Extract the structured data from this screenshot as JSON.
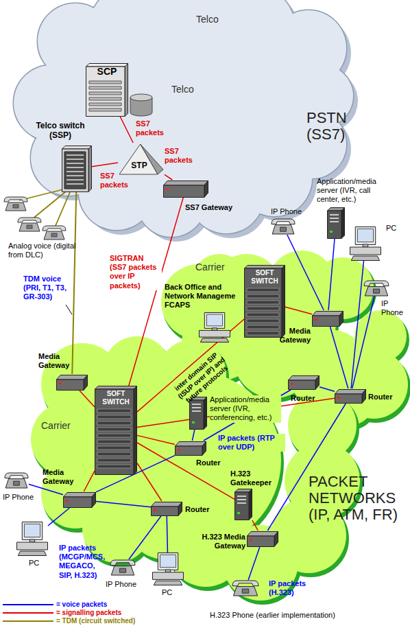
{
  "diagram": {
    "nodes": [
      {
        "text": [
          "Telco",
          "Telco",
          "PSTN (SS7)"
        ]
      },
      {
        "text": [
          "SCP"
        ],
        "in": 0
      },
      {
        "text": [
          "Telco switch (SSP)"
        ],
        "in": 0
      },
      {
        "text": [
          "STP"
        ],
        "in": 0
      },
      {
        "text": [
          "SS7 Gateway"
        ],
        "in": 0
      },
      {
        "text": [
          "Application/media server (IVR, call center, etc.)"
        ]
      },
      {
        "text": [
          "IP Phone"
        ]
      },
      {
        "text": [
          "PC"
        ]
      },
      {
        "text": [
          "IP Phone"
        ]
      },
      {
        "text": [
          "Carrier"
        ]
      },
      {
        "text": [
          "SOFT SWITCH"
        ],
        "in": 9
      },
      {
        "text": [
          "Back Office and Network Manageme FCAPS"
        ],
        "in": 9
      },
      {
        "text": [
          "Media Gateway"
        ],
        "in": 9
      },
      {
        "text": [
          "Router"
        ],
        "in": 9
      },
      {
        "text": [
          "Carrier"
        ]
      },
      {
        "text": [
          "Media Gateway"
        ],
        "in": 14
      },
      {
        "text": [
          "SOFT SWITCH"
        ],
        "in": 14
      },
      {
        "text": [
          "Application/media server (IVR, conferencing, etc.)"
        ],
        "in": 14
      },
      {
        "text": [
          "Router"
        ],
        "in": 14
      },
      {
        "text": [
          "Router"
        ],
        "in": 14
      },
      {
        "text": [
          "H.323 Gatekeeper"
        ],
        "in": 14
      },
      {
        "text": [
          "Media Gateway"
        ],
        "in": 14
      },
      {
        "text": [
          "Router"
        ],
        "in": 14
      },
      {
        "text": [
          "H.323 Media Gateway"
        ],
        "in": 14
      },
      {
        "text": [
          "IP Phone"
        ]
      },
      {
        "text": [
          "PC"
        ]
      },
      {
        "text": [
          "IP Phone"
        ]
      },
      {
        "text": [
          "PC"
        ]
      },
      {
        "text": [
          "H.323 Phone (earlier implementation)"
        ]
      }
    ],
    "edges": [
      {
        "from": 1,
        "to": 3,
        "arrow": "none"
      },
      {
        "from": 3,
        "to": 2,
        "arrow": "none"
      },
      {
        "from": 3,
        "to": 4,
        "arrow": "none"
      },
      {
        "from": 4,
        "to": 16,
        "arrow": "none"
      },
      {
        "from": 16,
        "to": 10,
        "label": "inter domain SIP (ISUP over IP) and future protocols",
        "arrow": "none"
      },
      {
        "from": 10,
        "to": 12,
        "arrow": "none"
      },
      {
        "from": 16,
        "to": 15,
        "arrow": "none"
      },
      {
        "from": 16,
        "to": 21,
        "arrow": "none"
      },
      {
        "from": 16,
        "to": 19,
        "arrow": "none"
      },
      {
        "from": 16,
        "to": 22,
        "arrow": "none"
      },
      {
        "from": 16,
        "to": 20,
        "arrow": "none"
      },
      {
        "from": 16,
        "to": 13,
        "arrow": "none"
      },
      {
        "from": 20,
        "to": 23,
        "arrow": "none"
      },
      {
        "from": 2,
        "to": 15,
        "arrow": "none"
      },
      {
        "from": 21,
        "to": 24,
        "arrow": "none"
      },
      {
        "from": 21,
        "to": 25,
        "arrow": "none"
      },
      {
        "from": 21,
        "to": 19,
        "arrow": "none"
      },
      {
        "from": 21,
        "to": 22,
        "arrow": "none"
      },
      {
        "from": 22,
        "to": 26,
        "arrow": "none"
      },
      {
        "from": 22,
        "to": 27,
        "arrow": "none"
      },
      {
        "from": 19,
        "to": 17,
        "arrow": "none"
      },
      {
        "from": 19,
        "to": 18,
        "arrow": "none"
      },
      {
        "from": 18,
        "to": 13,
        "arrow": "none"
      },
      {
        "from": 13,
        "to": 23,
        "arrow": "none"
      },
      {
        "from": 23,
        "to": 28,
        "arrow": "none"
      },
      {
        "from": 13,
        "to": 12,
        "arrow": "none"
      },
      {
        "from": 13,
        "to": 8,
        "arrow": "none"
      },
      {
        "from": 13,
        "to": 7,
        "arrow": "none"
      },
      {
        "from": 12,
        "to": 6,
        "arrow": "none"
      },
      {
        "from": 12,
        "to": 5,
        "arrow": "none"
      }
    ],
    "labels": [
      "SS7 packets",
      "SS7 packets",
      "SS7 packets",
      "Analog voice (digital from DLC)",
      "TDM voice (PRI, T1, T3, GR-303)",
      "SIGTRAN (SS7 packets over IP packets)",
      "IP packets (RTP over UDP)",
      "IP packets (MCGP/MCS, MEGACO, SIP, H.323)",
      "IP packets (H.323)",
      "PACKET NETWORKS (IP, ATM, FR)"
    ],
    "legend": [
      {
        "text": "= voice packets"
      },
      {
        "text": "= signalling packets"
      },
      {
        "text": "= TDM (circuit switched)"
      }
    ]
  }
}
